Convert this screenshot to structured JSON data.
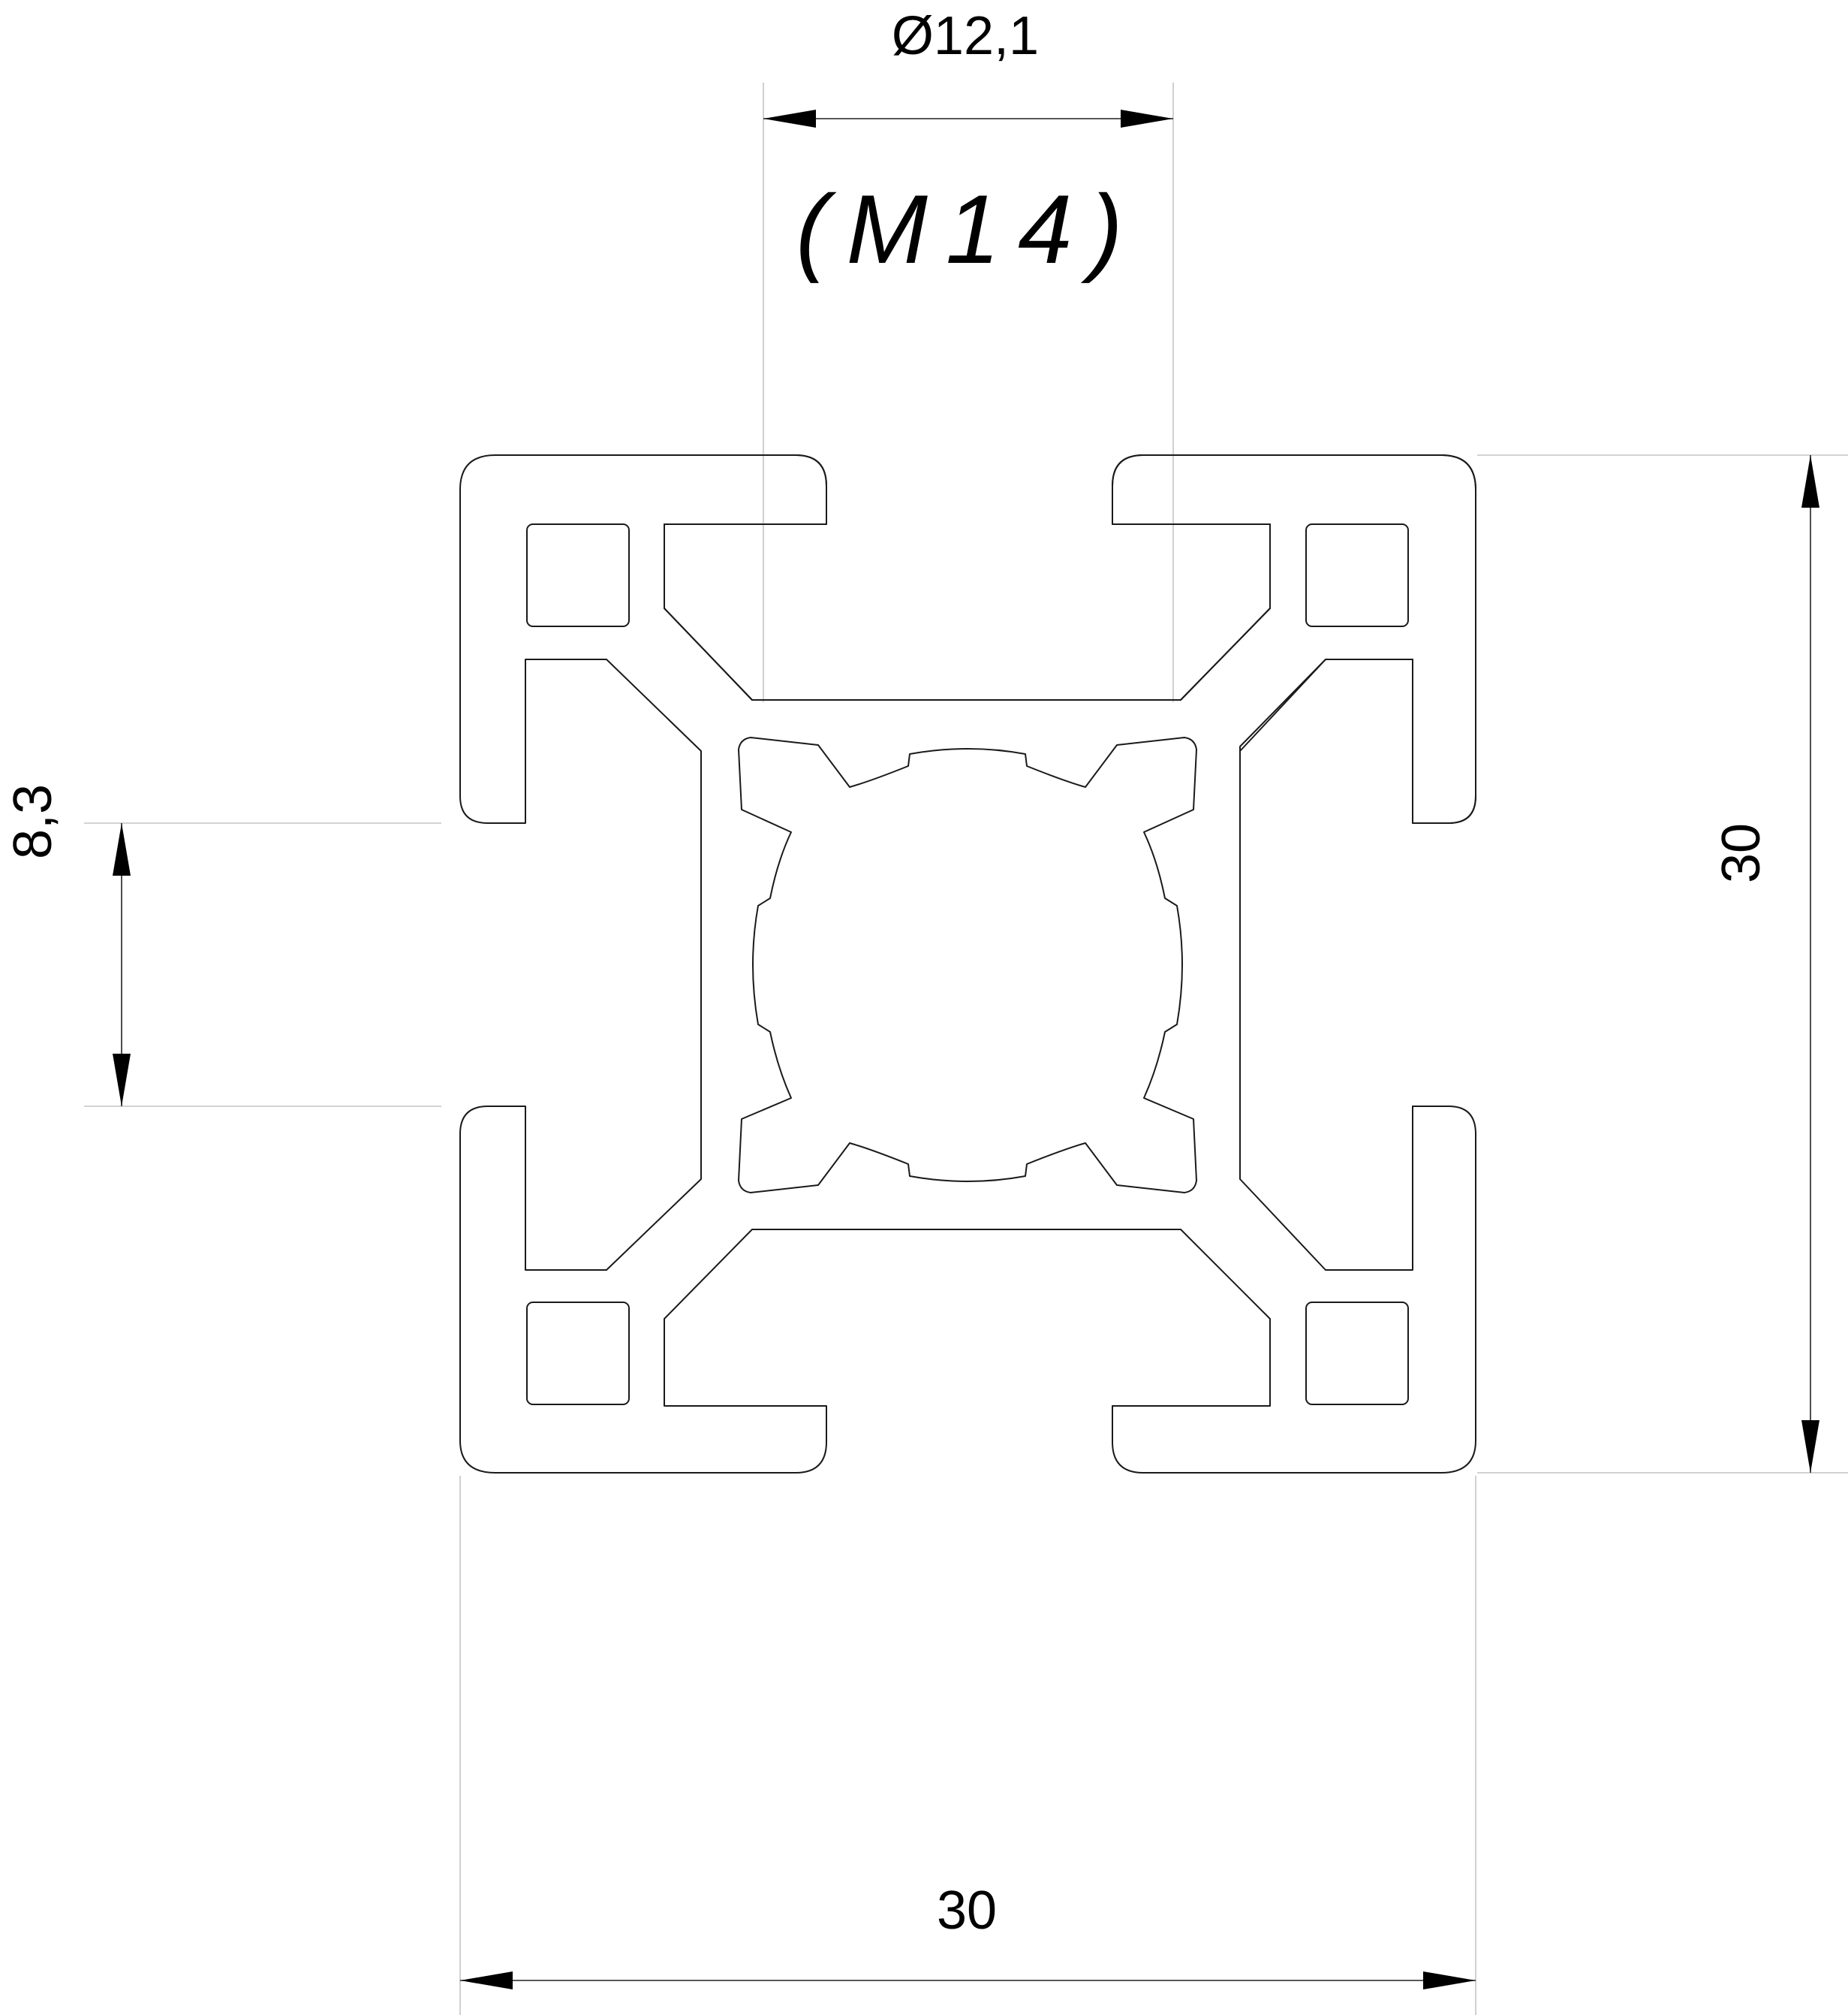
{
  "dimensions": {
    "bore_diameter": "Ø12,1",
    "thread_size": "(M14)",
    "slot_width": "8,3",
    "profile_height": "30",
    "profile_width": "30"
  }
}
